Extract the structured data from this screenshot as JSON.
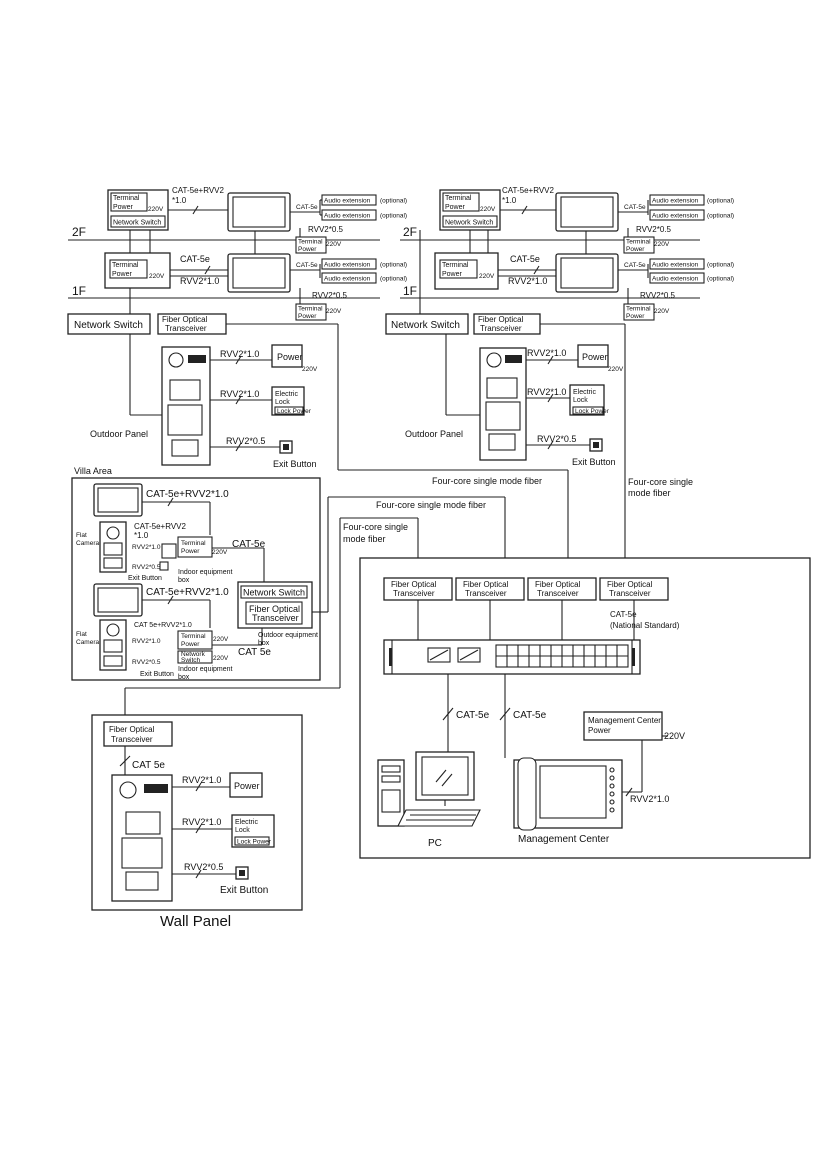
{
  "labels": {
    "cat5e_rvv2": "CAT-5e+RVV2",
    "star_1_0": "*1.0",
    "cat5e": "CAT-5e",
    "cat5e_space": "CAT 5e",
    "rvv2_1_0": "RVV2*1.0",
    "rvv2_0_5": "RVV2*0.5",
    "rvv2_0_5_alt": "RVV2*0.5",
    "cat5e_rvv2_1_0": "CAT-5e+RVV2*1.0",
    "cat5e_rvv2_1_0_small": "CAT 5e+RVV2*1.0",
    "terminal": "Terminal",
    "power": "Power",
    "v220": "220V",
    "network_switch": "Network Switch",
    "audio_extension": "Audio extension",
    "optional": "(optional)",
    "floor_2f": "2F",
    "floor_1f": "1F",
    "fiber_optical": "Fiber Optical",
    "transceiver": "Transceiver",
    "electric": "Electric",
    "lock": "Lock",
    "lock_power": "Lock Power",
    "exit_button": "Exit Button",
    "outdoor_panel": "Outdoor Panel",
    "villa_area": "Villa Area",
    "flat": "Flat",
    "camera": "Camera",
    "indoor_equipment": "Indoor equipment",
    "box": "box",
    "outdoor_equipment": "Outdoor equipment",
    "network_short": "Network",
    "switch_short": "Switch",
    "four_core_fiber": "Four-core single mode fiber",
    "four_core_single": "Four-core single",
    "mode_fiber": "mode fiber",
    "national_standard": "(National Standard)",
    "management_center_power_1": "Management Center",
    "management_center_power_2": "Power",
    "management_center": "Management Center",
    "pc": "PC",
    "wall_panel": "Wall Panel"
  }
}
